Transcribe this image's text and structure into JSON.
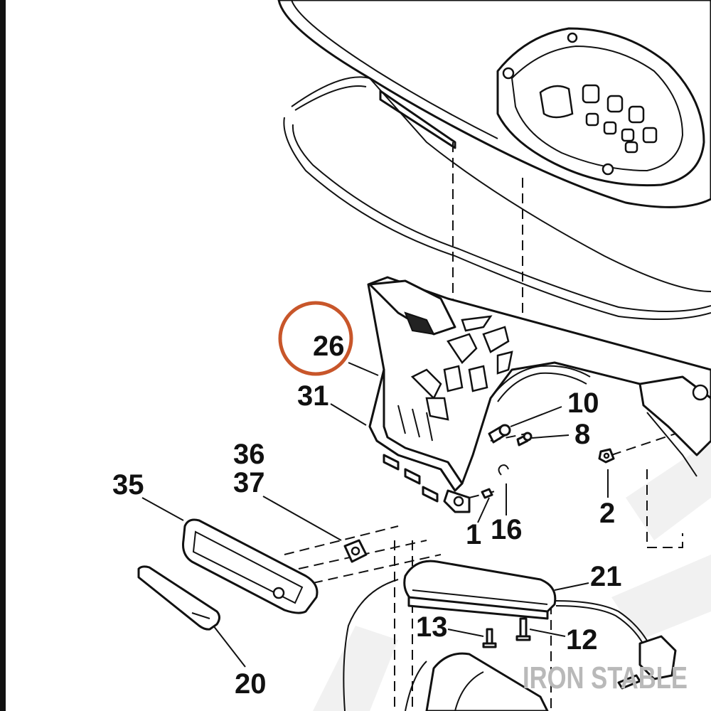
{
  "diagram": {
    "callouts": [
      {
        "id": "c26",
        "label": "26"
      },
      {
        "id": "c31",
        "label": "31"
      },
      {
        "id": "c10",
        "label": "10"
      },
      {
        "id": "c8",
        "label": "8"
      },
      {
        "id": "c36",
        "label": "36"
      },
      {
        "id": "c37",
        "label": "37"
      },
      {
        "id": "c35",
        "label": "35"
      },
      {
        "id": "c2",
        "label": "2"
      },
      {
        "id": "c1",
        "label": "1"
      },
      {
        "id": "c16",
        "label": "16"
      },
      {
        "id": "c21",
        "label": "21"
      },
      {
        "id": "c13",
        "label": "13"
      },
      {
        "id": "c12",
        "label": "12"
      },
      {
        "id": "c20",
        "label": "20"
      }
    ],
    "highlighted_callout": "26",
    "highlight_color": "#c8562a",
    "watermark": "IRON STABLE"
  }
}
